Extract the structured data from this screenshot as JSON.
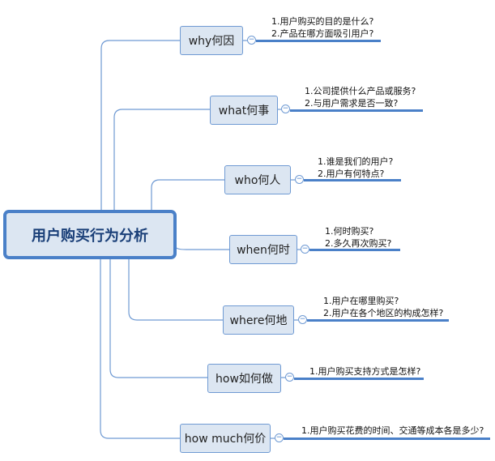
{
  "root": {
    "label": "用户购买行为分析"
  },
  "branches": [
    {
      "topic": "why何因",
      "notes": [
        "1.用户购买的目的是什么?",
        "2.产品在哪方面吸引用户?"
      ]
    },
    {
      "topic": "what何事",
      "notes": [
        "1.公司提供什么产品或服务?",
        "2.与用户需求是否一致?"
      ]
    },
    {
      "topic": "who何人",
      "notes": [
        "1.谁是我们的用户?",
        "2.用户有何特点?"
      ]
    },
    {
      "topic": "when何时",
      "notes": [
        "1.何时购买?",
        "2.多久再次购买?"
      ]
    },
    {
      "topic": "where何地",
      "notes": [
        "1.用户在哪里购买?",
        "2.用户在各个地区的构成怎样?"
      ]
    },
    {
      "topic": "how如何做",
      "notes": [
        "1.用户购买支持方式是怎样?"
      ]
    },
    {
      "topic": "how much何价",
      "notes": [
        "1.用户购买花费的时间、交通等成本各是多少?"
      ]
    }
  ],
  "colors": {
    "line": "#4a80c8",
    "topic_fill": "#dce6f2",
    "topic_border": "#6f9ad3"
  },
  "icons": {
    "toggle": "collapse-toggle-icon"
  }
}
